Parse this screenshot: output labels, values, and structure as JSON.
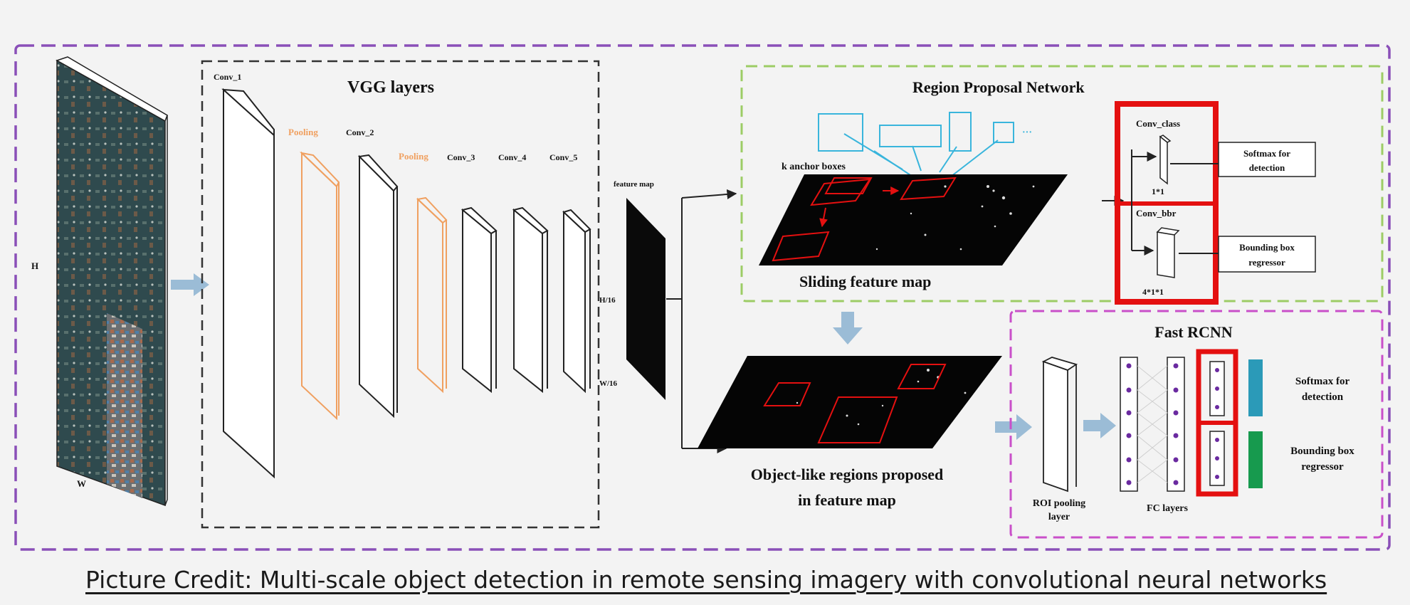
{
  "vgg": {
    "title": "VGG layers",
    "conv1": "Conv_1",
    "conv2": "Conv_2",
    "conv3": "Conv_3",
    "conv4": "Conv_4",
    "conv5": "Conv_5",
    "pooling1": "Pooling",
    "pooling2": "Pooling"
  },
  "input": {
    "h_label": "H",
    "w_label": "W"
  },
  "feature_map": {
    "label": "feature map",
    "h16": "H/16",
    "w16": "W/16"
  },
  "rpn": {
    "title": "Region Proposal  Network",
    "anchor_boxes": "k anchor boxes",
    "sliding_caption": "Sliding feature map",
    "ellipsis": "···",
    "conv_class": "Conv_class",
    "conv_class_dim": "1*1",
    "conv_bbr": "Conv_bbr",
    "conv_bbr_dim": "4*1*1",
    "softmax": [
      "Softmax for",
      "detection"
    ],
    "bbox": [
      "Bounding box",
      "regressor"
    ]
  },
  "proposals": {
    "caption": [
      "Object-like regions proposed",
      "in feature map"
    ]
  },
  "fast_rcnn": {
    "title": "Fast RCNN",
    "roi": [
      "ROI pooling",
      "layer"
    ],
    "fc": "FC layers",
    "softmax": [
      "Softmax for",
      "detection"
    ],
    "bbox": [
      "Bounding box",
      "regressor"
    ]
  },
  "credit": "Picture Credit: Multi-scale object detection in remote sensing imagery with convolutional neural networks",
  "colors": {
    "outer_border": "#8a4fb8",
    "vgg_border": "#333333",
    "rpn_border": "#9ccc65",
    "fast_border": "#c94fc9",
    "pooling": "#f0a060",
    "anchor": "#39b5dc",
    "highlight": "#e41010",
    "arrow_blue": "#9bbcd6",
    "fc_dot": "#6a2aa0",
    "softmax_teal": "#2b9ab8",
    "bbox_green": "#179a4e"
  }
}
